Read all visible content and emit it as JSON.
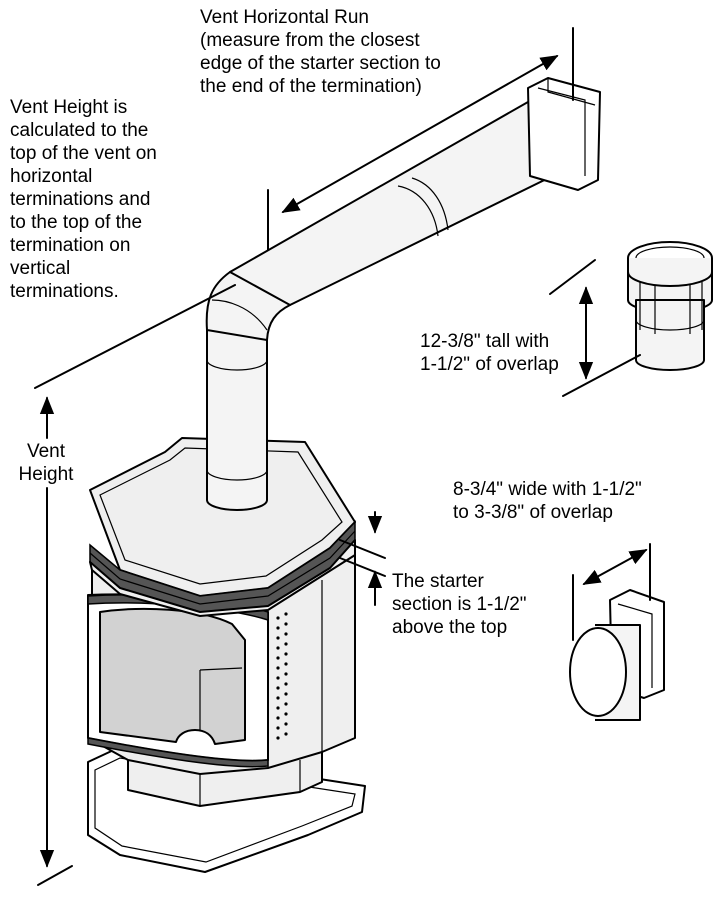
{
  "labels": {
    "vent_horizontal_run": "Vent Horizontal Run\n(measure from the closest\nedge of the starter section to\nthe end of the termination)",
    "vent_height_note": "Vent Height is\ncalculated to the\ntop of the vent on\nhorizontal\nterminations and\nto the top of the\ntermination on\nvertical\nterminations.",
    "vent_height": "Vent\nHeight",
    "vertical_termination": "12-3/8\" tall with\n1-1/2\" of overlap",
    "horizontal_termination": "8-3/4\"  wide with 1-1/2\"\nto 3-3/8\" of overlap",
    "starter_section": "The starter\nsection is 1-1/2\"\nabove the top"
  },
  "colors": {
    "line": "#000000",
    "surface": "#efefef",
    "glass": "#d2d2d2",
    "background": "#ffffff"
  }
}
